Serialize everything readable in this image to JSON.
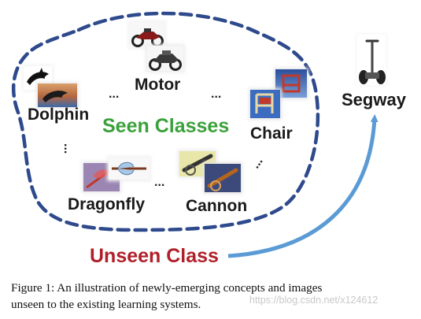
{
  "figure": {
    "labels": {
      "motor": "Motor",
      "dolphin": "Dolphin",
      "chair": "Chair",
      "dragonfly": "Dragonfly",
      "cannon": "Cannon",
      "segway": "Segway"
    },
    "seen_title": "Seen Classes",
    "unseen_title": "Unseen Class",
    "ellipsis": "..."
  },
  "caption": {
    "line1": "Figure 1:  An illustration of newly-emerging concepts and images",
    "line2": "unseen to the existing learning systems."
  },
  "watermark": "https://blog.csdn.net/x124612",
  "colors": {
    "dashed_boundary": "#2e4a8c",
    "seen_title": "#3aa13a",
    "unseen_title": "#b0202a",
    "arrow": "#5b9bd5"
  }
}
